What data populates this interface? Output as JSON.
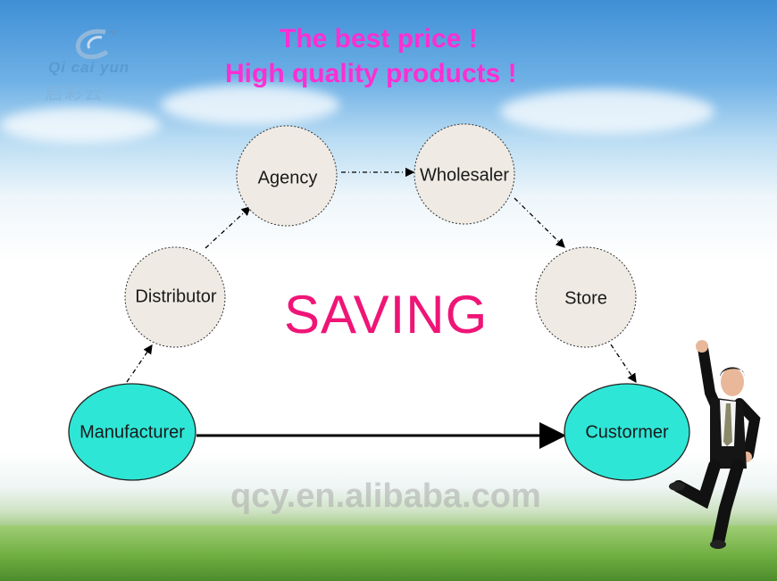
{
  "header": {
    "line1": "The best price !",
    "line2": "High quality products !"
  },
  "logo": {
    "latin": "Qi cai yun",
    "hanzi": "启彩云",
    "tm": "TM"
  },
  "diagram": {
    "center_label": "SAVING",
    "nodes": {
      "manufacturer": "Manufacturer",
      "distributor": "Distributor",
      "agency": "Agency",
      "wholesaler": "Wholesaler",
      "store": "Store",
      "customer": "Custormer"
    },
    "colors": {
      "end_node_fill": "#2ee6d6",
      "mid_node_fill": "#efebe4",
      "saving_text": "#ef1577",
      "headline_text": "#ff2ed2"
    }
  },
  "watermark": "qcy.en.alibaba.com"
}
